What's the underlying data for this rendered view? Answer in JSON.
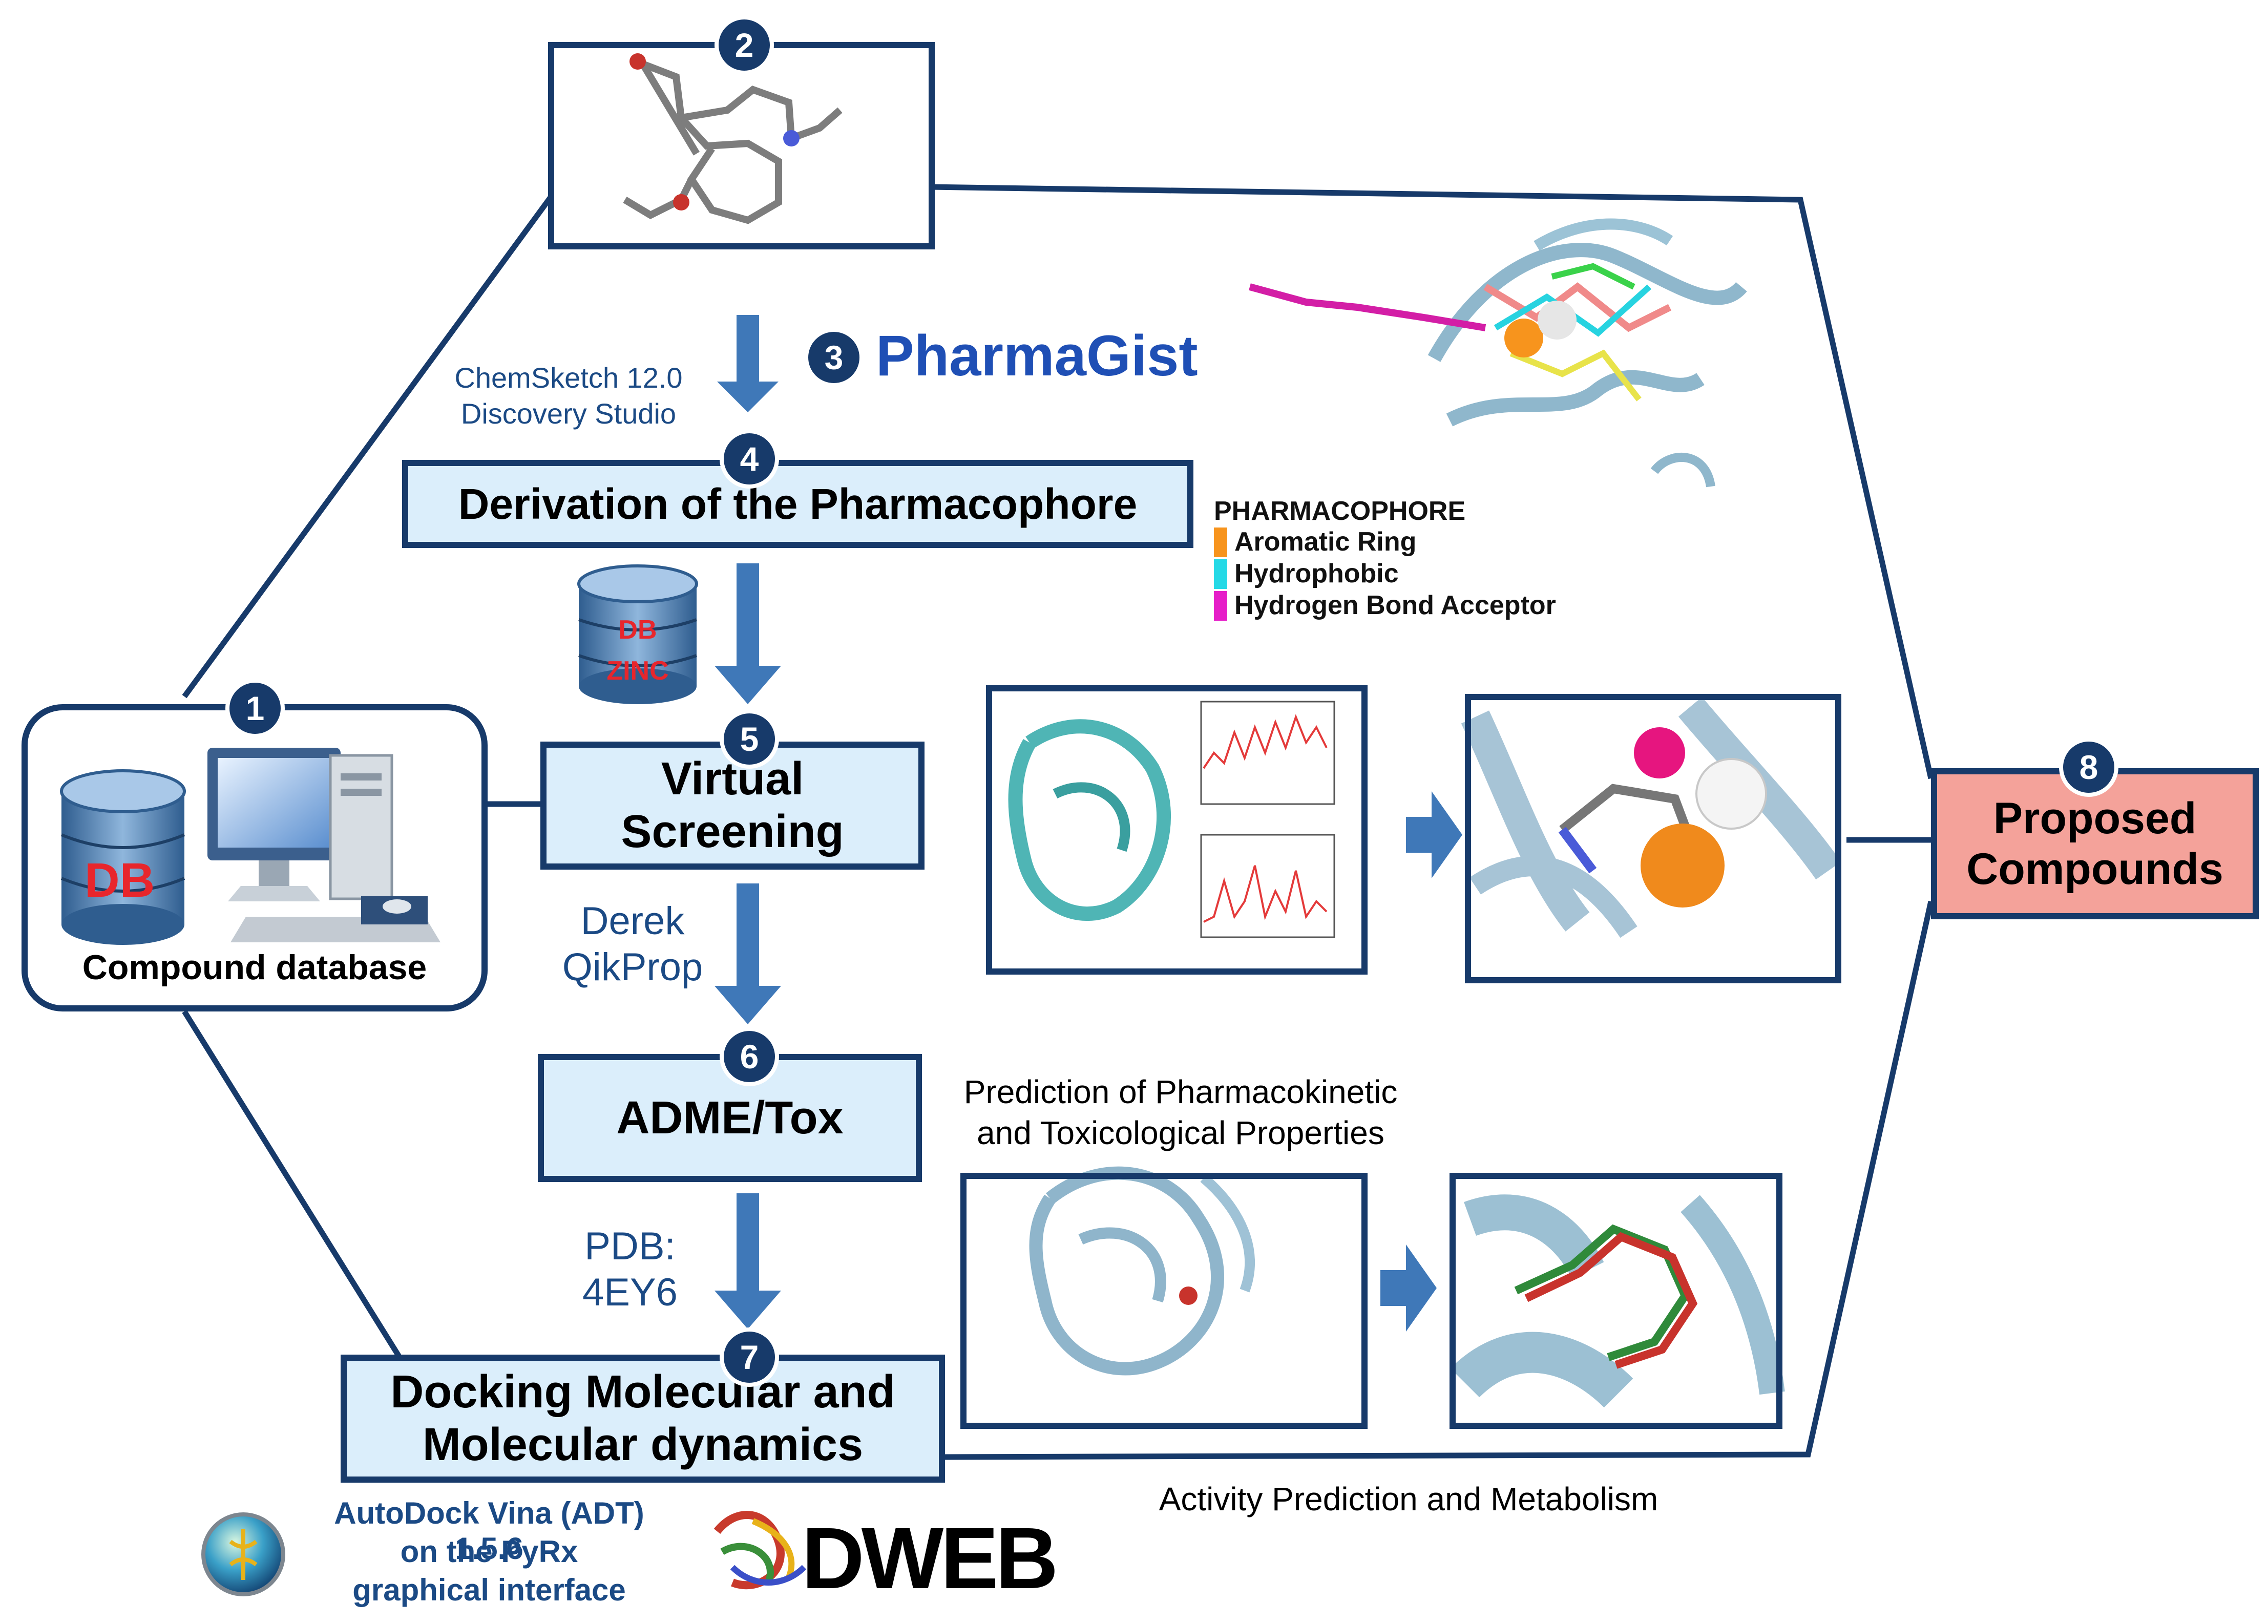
{
  "steps": {
    "s1": {
      "num": "1",
      "label": "Compound database"
    },
    "s2": {
      "num": "2"
    },
    "s3": {
      "num": "3",
      "tool": "PharmaGist"
    },
    "s4": {
      "num": "4",
      "label": "Derivation of the Pharmacophore"
    },
    "s5": {
      "num": "5",
      "line1": "Virtual",
      "line2": "Screening"
    },
    "s6": {
      "num": "6",
      "label": "ADME/Tox"
    },
    "s7": {
      "num": "7",
      "line1": "Docking Molecular and",
      "line2": "Molecular dynamics"
    },
    "s8": {
      "num": "8",
      "line1": "Proposed",
      "line2": "Compounds"
    }
  },
  "tools": {
    "chemsketch_line1": "ChemSketch 12.0",
    "chemsketch_line2": "Discovery Studio",
    "db_top": "DB",
    "db_bottom": "ZINC",
    "db_big": "DB",
    "derek": "Derek",
    "qikprop": "QikProp",
    "pdb_line1": "PDB:",
    "pdb_line2": "4EY6",
    "autodock_line1": "AutoDock Vina (ADT) 1.5.6",
    "autodock_line2": "on the PyRx",
    "autodock_line3": "graphical interface",
    "dweb": "DWEB"
  },
  "legend": {
    "title": "PHARMACOPHORE",
    "items": [
      {
        "label": "Aromatic Ring",
        "color": "#f7941d"
      },
      {
        "label": "Hydrophobic",
        "color": "#25d9e6"
      },
      {
        "label": "Hydrogen Bond Acceptor",
        "color": "#e61ec8"
      }
    ]
  },
  "captions": {
    "pk_line1": "Prediction of Pharmacokinetic",
    "pk_line2": "and Toxicological Properties",
    "activity": "Activity Prediction and Metabolism"
  },
  "colors": {
    "navy": "#173a6a",
    "box_fill": "#dbeefb",
    "arrow": "#3f78b8",
    "proposed_fill": "#f4a29a",
    "db_red": "#e8262c"
  }
}
